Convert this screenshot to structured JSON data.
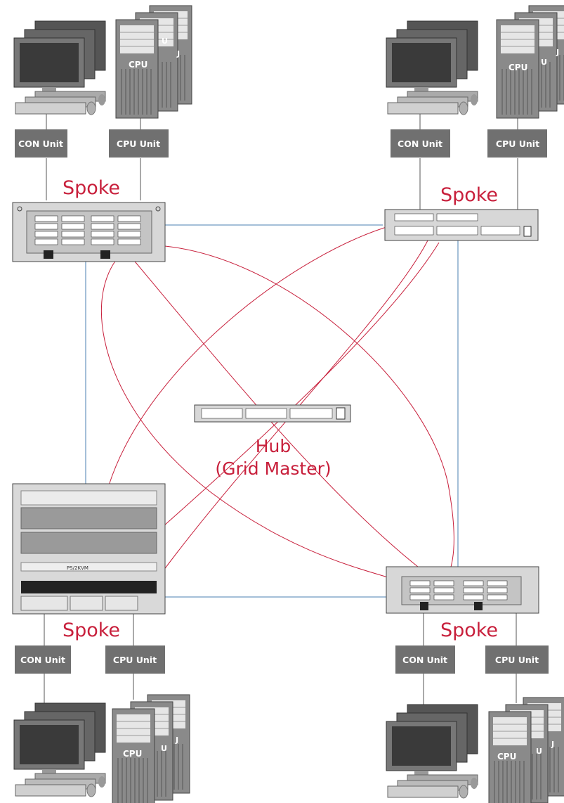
{
  "colors": {
    "red_link": "#c8203c",
    "blue_link": "#4a7fb0",
    "label_red": "#c8203c",
    "unit_box": "#707070",
    "device_gray": "#d7d7d7"
  },
  "hub": {
    "title": "Hub",
    "subtitle": "(Grid Master)"
  },
  "sites": [
    {
      "id": "top-left",
      "spoke_label": "Spoke",
      "con_unit": "CON Unit",
      "cpu_unit": "CPU Unit",
      "cpu_front": "CPU",
      "cpu_back": "U",
      "cpu_back2": "J"
    },
    {
      "id": "top-right",
      "spoke_label": "Spoke",
      "con_unit": "CON Unit",
      "cpu_unit": "CPU Unit",
      "cpu_front": "CPU",
      "cpu_back": "U",
      "cpu_back2": "J"
    },
    {
      "id": "bottom-left",
      "spoke_label": "Spoke",
      "con_unit": "CON Unit",
      "cpu_unit": "CPU Unit",
      "cpu_front": "CPU",
      "cpu_back": "U",
      "cpu_back2": "J"
    },
    {
      "id": "bottom-right",
      "spoke_label": "Spoke",
      "con_unit": "CON Unit",
      "cpu_unit": "CPU Unit",
      "cpu_front": "CPU",
      "cpu_back": "U",
      "cpu_back2": "J"
    }
  ],
  "legend_text": {
    "switch_model_label": "PS/2KVM"
  }
}
